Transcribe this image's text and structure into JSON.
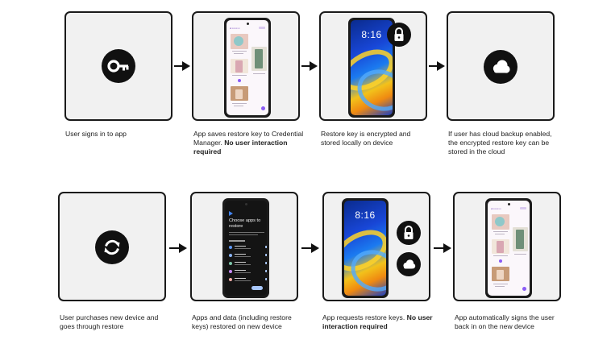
{
  "colors": {
    "panel_bg": "#f1f1f1",
    "panel_border": "#1a1a1a",
    "icon_fill": "#111111",
    "accent_purple": "#8b5cf6",
    "accent_blue": "#a8c7fa"
  },
  "icons": {
    "step1": "key-icon",
    "step4": "cloud-icon",
    "step5": "sync-icon",
    "step7_lock": "lock-icon",
    "step7_cloud": "cloud-icon",
    "step3_lock": "lock-icon"
  },
  "lockscreen": {
    "time": "8:16"
  },
  "restore_screen": {
    "title": "Choose apps to restore"
  },
  "steps_top": [
    {
      "caption": "User signs in to app"
    },
    {
      "caption_plain": "App saves restore key to Credential Manager. ",
      "caption_bold": "No user interaction required"
    },
    {
      "caption": "Restore key is encrypted and stored locally on device"
    },
    {
      "caption": "If user has cloud backup enabled, the encrypted restore key can be stored in the cloud"
    }
  ],
  "steps_bottom": [
    {
      "caption": "User purchases new device and goes through restore"
    },
    {
      "caption": "Apps and data (including restore keys) restored on new device"
    },
    {
      "caption_plain": "App requests restore keys. ",
      "caption_bold": "No user interaction required"
    },
    {
      "caption": "App automatically signs the user back in on the new device"
    }
  ]
}
